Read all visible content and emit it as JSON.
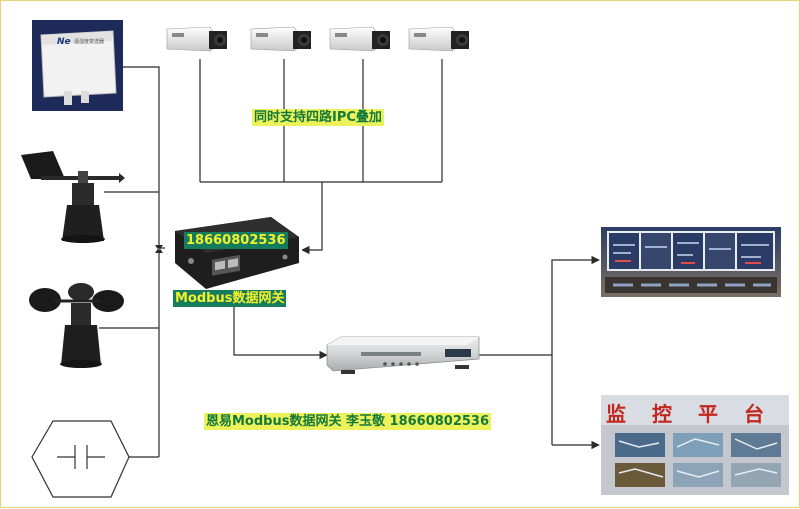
{
  "title": "同时支持四路IPC叠加",
  "gateway": {
    "phone_label": "18660802536",
    "name_label": "Modbus数据网关"
  },
  "footer_label": "恩易Modbus数据网关  李玉敬  18660802536",
  "sensor_box_text": "温湿度变送器",
  "monitor_sign": [
    "监",
    "控",
    "平",
    "台"
  ],
  "colors": {
    "wire": "#2a2a2a",
    "label_green_bg": "#157d5d",
    "label_green_text": "#f7ef2a",
    "label_yellow_bg": "#eef25a",
    "label_yellow_text": "#147a3c",
    "border": "#e8d27a"
  },
  "devices": {
    "cameras": [
      "camera-1",
      "camera-2",
      "camera-3",
      "camera-4"
    ],
    "sensors": [
      "humidity-sensor",
      "wind-vane",
      "anemometer",
      "hexagon-sensor"
    ],
    "outputs": [
      "control-room-screen",
      "monitoring-platform"
    ]
  }
}
